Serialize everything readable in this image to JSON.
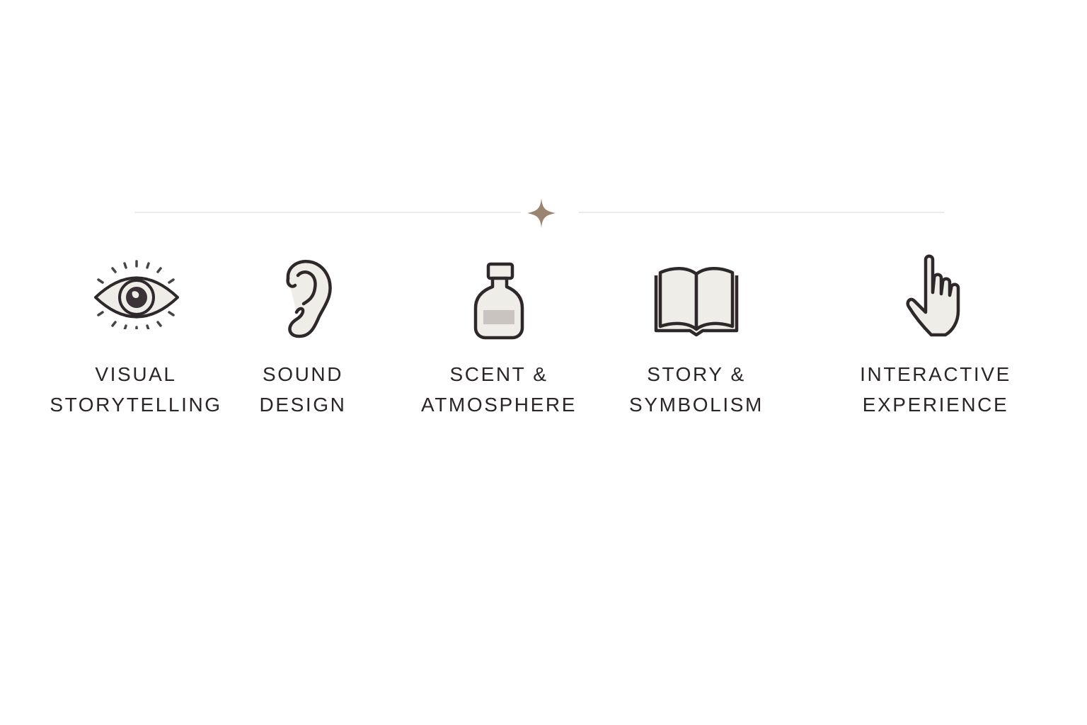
{
  "colors": {
    "accent": "#9b8470",
    "line": "#ecebea",
    "icon_stroke": "#2e282b",
    "icon_fill": "#efede8",
    "text": "#2b2528"
  },
  "divider": {
    "ornament": "four-point-star-icon"
  },
  "features": [
    {
      "icon": "eye-icon",
      "line1": "VISUAL",
      "line2": "STORYTELLING"
    },
    {
      "icon": "ear-icon",
      "line1": "SOUND",
      "line2": "DESIGN"
    },
    {
      "icon": "perfume-bottle-icon",
      "line1": "SCENT &",
      "line2": "ATMOSPHERE"
    },
    {
      "icon": "open-book-icon",
      "line1": "STORY &",
      "line2": "SYMBOLISM"
    },
    {
      "icon": "pointing-hand-icon",
      "line1": "INTERACTIVE",
      "line2": "EXPERIENCE"
    }
  ]
}
